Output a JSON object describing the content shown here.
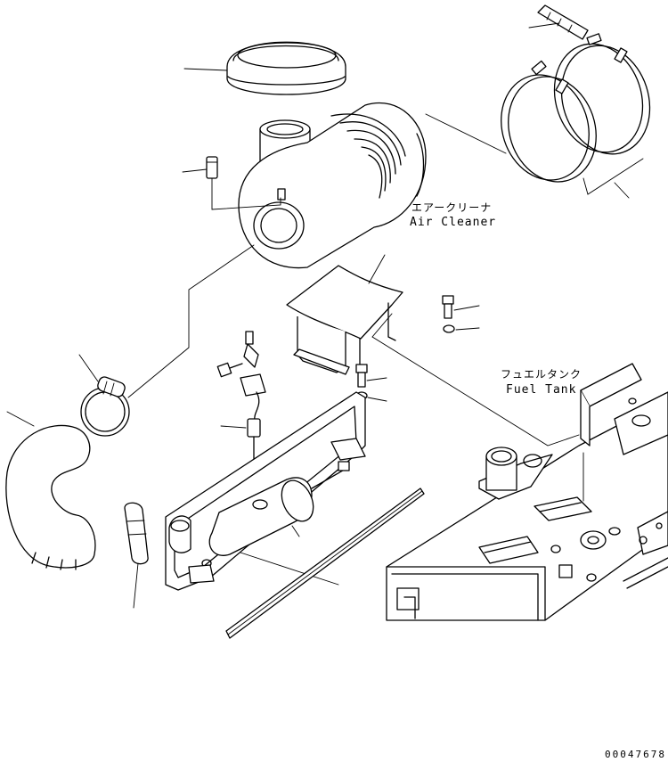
{
  "labels": {
    "air_cleaner_jp": "エアークリーナ",
    "air_cleaner_en": "Air Cleaner",
    "fuel_tank_jp": "フュエルタンク",
    "fuel_tank_en": "Fuel Tank"
  },
  "drawing_number": "00047678",
  "line_color": "#000000",
  "background_color": "#ffffff"
}
